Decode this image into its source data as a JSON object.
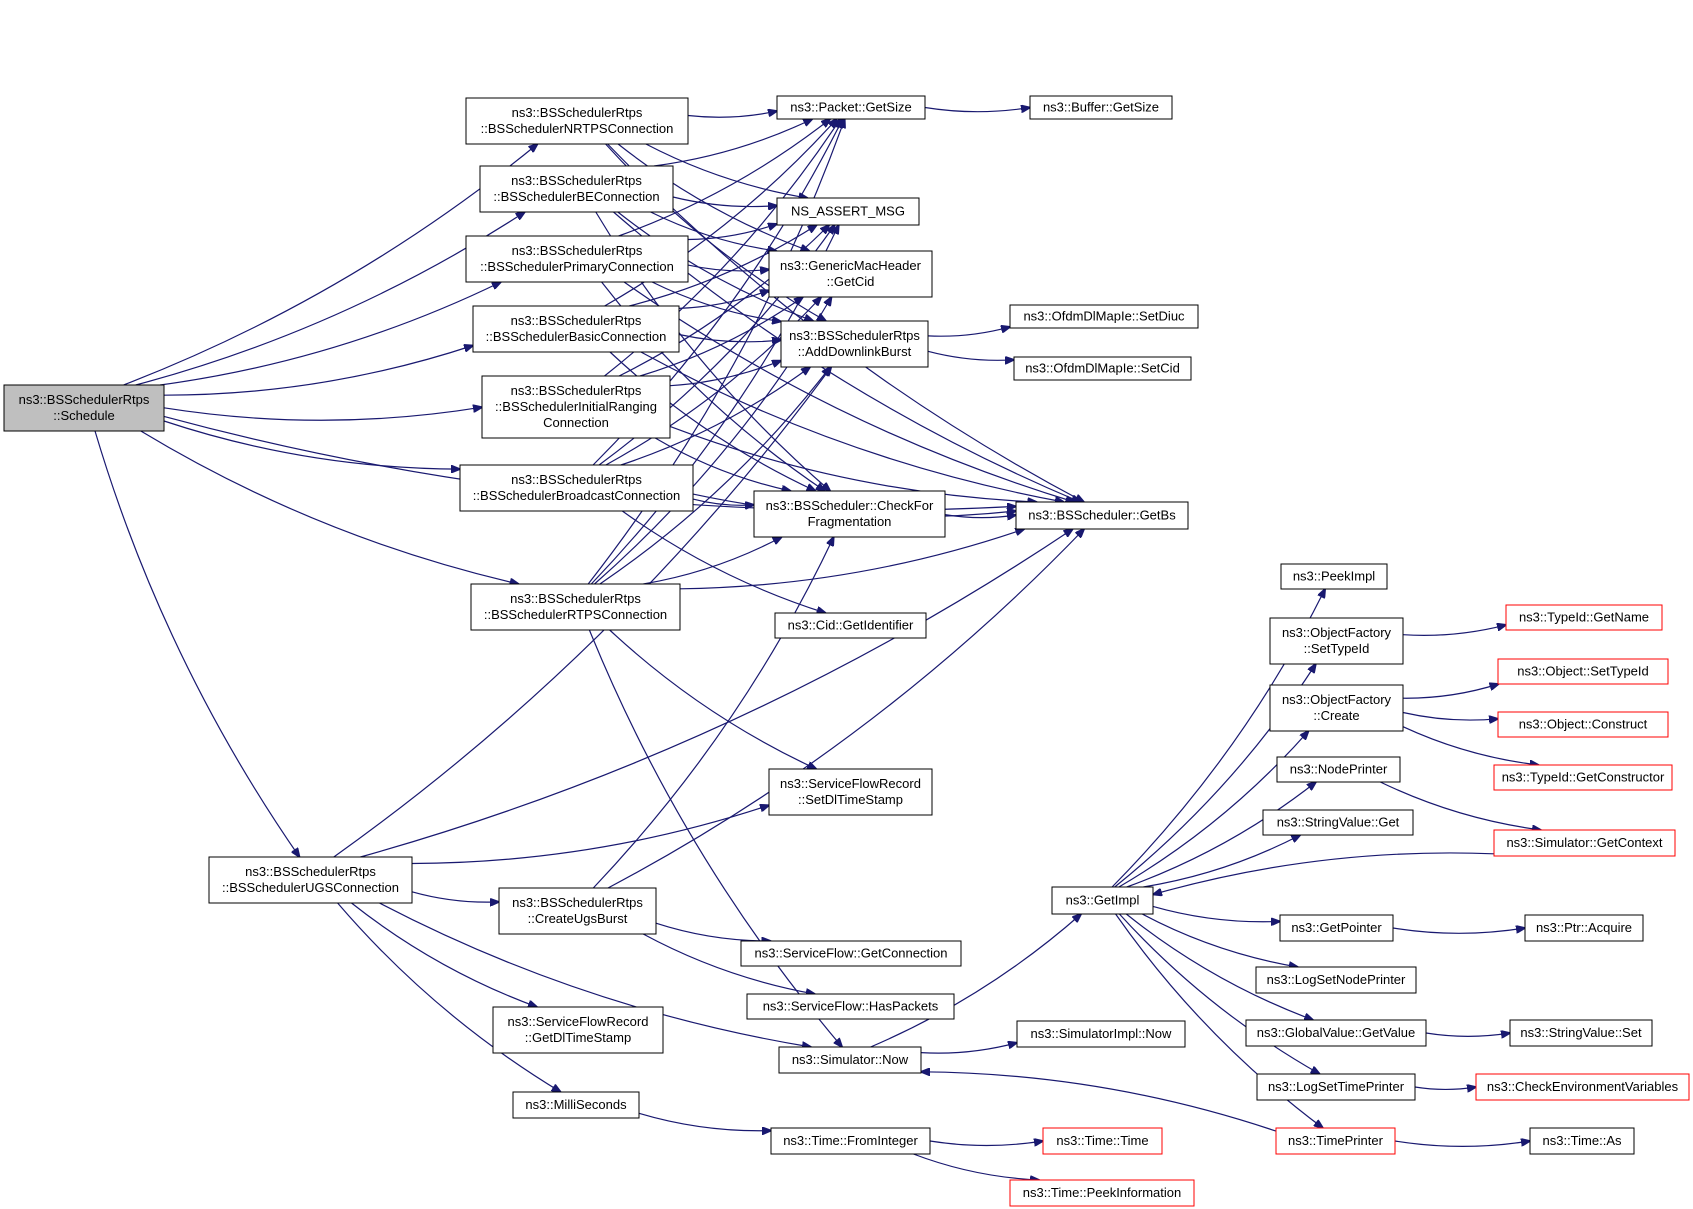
{
  "graph": {
    "colors": {
      "edge": "#191970",
      "root_fill": "#bfbfbf",
      "truncated_border": "#ff0000"
    },
    "nodes": [
      {
        "id": "schedule",
        "lines": [
          "ns3::BSSchedulerRtps",
          "::Schedule"
        ],
        "root": true
      },
      {
        "id": "nrtps",
        "lines": [
          "ns3::BSSchedulerRtps",
          "::BSSchedulerNRTPSConnection"
        ]
      },
      {
        "id": "be",
        "lines": [
          "ns3::BSSchedulerRtps",
          "::BSSchedulerBEConnection"
        ]
      },
      {
        "id": "primary",
        "lines": [
          "ns3::BSSchedulerRtps",
          "::BSSchedulerPrimaryConnection"
        ]
      },
      {
        "id": "basic",
        "lines": [
          "ns3::BSSchedulerRtps",
          "::BSSchedulerBasicConnection"
        ]
      },
      {
        "id": "initranging",
        "lines": [
          "ns3::BSSchedulerRtps",
          "::BSSchedulerInitialRanging",
          "Connection"
        ]
      },
      {
        "id": "broadcast",
        "lines": [
          "ns3::BSSchedulerRtps",
          "::BSSchedulerBroadcastConnection"
        ]
      },
      {
        "id": "rtps",
        "lines": [
          "ns3::BSSchedulerRtps",
          "::BSSchedulerRTPSConnection"
        ]
      },
      {
        "id": "ugs",
        "lines": [
          "ns3::BSSchedulerRtps",
          "::BSSchedulerUGSConnection"
        ]
      },
      {
        "id": "getsize",
        "lines": [
          "ns3::Packet::GetSize"
        ]
      },
      {
        "id": "bufgetsize",
        "lines": [
          "ns3::Buffer::GetSize"
        ]
      },
      {
        "id": "assert",
        "lines": [
          "NS_ASSERT_MSG"
        ]
      },
      {
        "id": "getcid",
        "lines": [
          "ns3::GenericMacHeader",
          "::GetCid"
        ]
      },
      {
        "id": "adddl",
        "lines": [
          "ns3::BSSchedulerRtps",
          "::AddDownlinkBurst"
        ]
      },
      {
        "id": "setdiuc",
        "lines": [
          "ns3::OfdmDlMapIe::SetDiuc"
        ]
      },
      {
        "id": "setcid",
        "lines": [
          "ns3::OfdmDlMapIe::SetCid"
        ]
      },
      {
        "id": "checkfrag",
        "lines": [
          "ns3::BSScheduler::CheckFor",
          "Fragmentation"
        ]
      },
      {
        "id": "getbs",
        "lines": [
          "ns3::BSScheduler::GetBs"
        ]
      },
      {
        "id": "cidgetid",
        "lines": [
          "ns3::Cid::GetIdentifier"
        ]
      },
      {
        "id": "setdlts",
        "lines": [
          "ns3::ServiceFlowRecord",
          "::SetDlTimeStamp"
        ]
      },
      {
        "id": "createugs",
        "lines": [
          "ns3::BSSchedulerRtps",
          "::CreateUgsBurst"
        ]
      },
      {
        "id": "sfgetconn",
        "lines": [
          "ns3::ServiceFlow::GetConnection"
        ]
      },
      {
        "id": "haspackets",
        "lines": [
          "ns3::ServiceFlow::HasPackets"
        ]
      },
      {
        "id": "getdlts",
        "lines": [
          "ns3::ServiceFlowRecord",
          "::GetDlTimeStamp"
        ]
      },
      {
        "id": "now",
        "lines": [
          "ns3::Simulator::Now"
        ]
      },
      {
        "id": "simimplnow",
        "lines": [
          "ns3::SimulatorImpl::Now"
        ]
      },
      {
        "id": "milli",
        "lines": [
          "ns3::MilliSeconds"
        ]
      },
      {
        "id": "frominteger",
        "lines": [
          "ns3::Time::FromInteger"
        ]
      },
      {
        "id": "timetime",
        "lines": [
          "ns3::Time::Time"
        ],
        "truncated": true
      },
      {
        "id": "peekinfo",
        "lines": [
          "ns3::Time::PeekInformation"
        ],
        "truncated": true
      },
      {
        "id": "getimpl",
        "lines": [
          "ns3::GetImpl"
        ]
      },
      {
        "id": "peekimpl",
        "lines": [
          "ns3::PeekImpl"
        ]
      },
      {
        "id": "ofsettypeid",
        "lines": [
          "ns3::ObjectFactory",
          "::SetTypeId"
        ]
      },
      {
        "id": "ofcreate",
        "lines": [
          "ns3::ObjectFactory",
          "::Create"
        ]
      },
      {
        "id": "nodeprinter",
        "lines": [
          "ns3::NodePrinter"
        ]
      },
      {
        "id": "svget",
        "lines": [
          "ns3::StringValue::Get"
        ]
      },
      {
        "id": "getpointer",
        "lines": [
          "ns3::GetPointer"
        ]
      },
      {
        "id": "logsetnode",
        "lines": [
          "ns3::LogSetNodePrinter"
        ]
      },
      {
        "id": "gvgetvalue",
        "lines": [
          "ns3::GlobalValue::GetValue"
        ]
      },
      {
        "id": "logsettime",
        "lines": [
          "ns3::LogSetTimePrinter"
        ]
      },
      {
        "id": "timeprinter",
        "lines": [
          "ns3::TimePrinter"
        ],
        "truncated": true
      },
      {
        "id": "typeidgetname",
        "lines": [
          "ns3::TypeId::GetName"
        ],
        "truncated": true
      },
      {
        "id": "objsettypeid",
        "lines": [
          "ns3::Object::SetTypeId"
        ],
        "truncated": true
      },
      {
        "id": "objconstruct",
        "lines": [
          "ns3::Object::Construct"
        ],
        "truncated": true
      },
      {
        "id": "typeidgetctor",
        "lines": [
          "ns3::TypeId::GetConstructor"
        ],
        "truncated": true
      },
      {
        "id": "simgetctx",
        "lines": [
          "ns3::Simulator::GetContext"
        ],
        "truncated": true
      },
      {
        "id": "ptracquire",
        "lines": [
          "ns3::Ptr::Acquire"
        ]
      },
      {
        "id": "svset",
        "lines": [
          "ns3::StringValue::Set"
        ]
      },
      {
        "id": "checkenv",
        "lines": [
          "ns3::CheckEnvironmentVariables"
        ],
        "truncated": true
      },
      {
        "id": "timeas",
        "lines": [
          "ns3::Time::As"
        ]
      }
    ],
    "edges": [
      [
        "schedule",
        "nrtps"
      ],
      [
        "schedule",
        "be"
      ],
      [
        "schedule",
        "primary"
      ],
      [
        "schedule",
        "basic"
      ],
      [
        "schedule",
        "initranging"
      ],
      [
        "schedule",
        "broadcast"
      ],
      [
        "schedule",
        "rtps"
      ],
      [
        "schedule",
        "ugs"
      ],
      [
        "schedule",
        "getbs"
      ],
      [
        "nrtps",
        "getsize"
      ],
      [
        "nrtps",
        "assert"
      ],
      [
        "nrtps",
        "getcid"
      ],
      [
        "nrtps",
        "adddl"
      ],
      [
        "nrtps",
        "getbs"
      ],
      [
        "be",
        "getsize"
      ],
      [
        "be",
        "assert"
      ],
      [
        "be",
        "getcid"
      ],
      [
        "be",
        "adddl"
      ],
      [
        "be",
        "checkfrag"
      ],
      [
        "be",
        "getbs"
      ],
      [
        "primary",
        "getsize"
      ],
      [
        "primary",
        "assert"
      ],
      [
        "primary",
        "getcid"
      ],
      [
        "primary",
        "adddl"
      ],
      [
        "primary",
        "checkfrag"
      ],
      [
        "primary",
        "getbs"
      ],
      [
        "basic",
        "getsize"
      ],
      [
        "basic",
        "assert"
      ],
      [
        "basic",
        "getcid"
      ],
      [
        "basic",
        "adddl"
      ],
      [
        "basic",
        "checkfrag"
      ],
      [
        "basic",
        "getbs"
      ],
      [
        "initranging",
        "getsize"
      ],
      [
        "initranging",
        "assert"
      ],
      [
        "initranging",
        "getcid"
      ],
      [
        "initranging",
        "adddl"
      ],
      [
        "initranging",
        "checkfrag"
      ],
      [
        "initranging",
        "getbs"
      ],
      [
        "broadcast",
        "getsize"
      ],
      [
        "broadcast",
        "assert"
      ],
      [
        "broadcast",
        "getcid"
      ],
      [
        "broadcast",
        "adddl"
      ],
      [
        "broadcast",
        "checkfrag"
      ],
      [
        "broadcast",
        "getbs"
      ],
      [
        "broadcast",
        "cidgetid"
      ],
      [
        "rtps",
        "getsize"
      ],
      [
        "rtps",
        "assert"
      ],
      [
        "rtps",
        "getcid"
      ],
      [
        "rtps",
        "adddl"
      ],
      [
        "rtps",
        "checkfrag"
      ],
      [
        "rtps",
        "getbs"
      ],
      [
        "rtps",
        "setdlts"
      ],
      [
        "rtps",
        "now"
      ],
      [
        "getsize",
        "bufgetsize"
      ],
      [
        "adddl",
        "setdiuc"
      ],
      [
        "adddl",
        "setcid"
      ],
      [
        "checkfrag",
        "getbs"
      ],
      [
        "ugs",
        "adddl"
      ],
      [
        "ugs",
        "setdlts"
      ],
      [
        "ugs",
        "getbs"
      ],
      [
        "ugs",
        "createugs"
      ],
      [
        "ugs",
        "getdlts"
      ],
      [
        "ugs",
        "milli"
      ],
      [
        "ugs",
        "now"
      ],
      [
        "createugs",
        "checkfrag"
      ],
      [
        "createugs",
        "getbs"
      ],
      [
        "createugs",
        "sfgetconn"
      ],
      [
        "createugs",
        "haspackets"
      ],
      [
        "now",
        "getimpl"
      ],
      [
        "now",
        "simimplnow"
      ],
      [
        "milli",
        "frominteger"
      ],
      [
        "frominteger",
        "timetime"
      ],
      [
        "frominteger",
        "peekinfo"
      ],
      [
        "getimpl",
        "peekimpl"
      ],
      [
        "getimpl",
        "ofsettypeid"
      ],
      [
        "getimpl",
        "ofcreate"
      ],
      [
        "getimpl",
        "nodeprinter"
      ],
      [
        "getimpl",
        "svget"
      ],
      [
        "getimpl",
        "getpointer"
      ],
      [
        "getimpl",
        "logsetnode"
      ],
      [
        "getimpl",
        "gvgetvalue"
      ],
      [
        "getimpl",
        "logsettime"
      ],
      [
        "getimpl",
        "timeprinter"
      ],
      [
        "ofsettypeid",
        "typeidgetname"
      ],
      [
        "ofcreate",
        "objsettypeid"
      ],
      [
        "ofcreate",
        "objconstruct"
      ],
      [
        "ofcreate",
        "typeidgetctor"
      ],
      [
        "nodeprinter",
        "simgetctx"
      ],
      [
        "simgetctx",
        "getimpl"
      ],
      [
        "getpointer",
        "ptracquire"
      ],
      [
        "gvgetvalue",
        "svset"
      ],
      [
        "logsettime",
        "checkenv"
      ],
      [
        "timeprinter",
        "timeas"
      ],
      [
        "timeprinter",
        "now"
      ]
    ]
  }
}
